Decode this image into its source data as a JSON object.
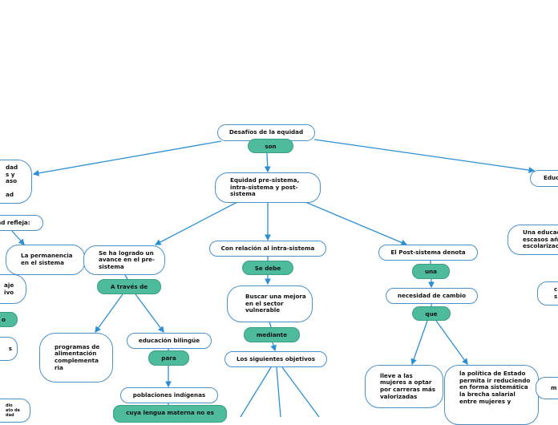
{
  "nodes": {
    "root": "Desafíos de la equidad",
    "son": "son",
    "equidad": "Equidad pre-sistema, intra-sistema y post-sistema",
    "left_top": "dad\ns y\naso\n\nad",
    "refleja": "ad refleja:",
    "permanencia": "La permanencia en el sistema",
    "aje": "aje\nivo",
    "left_o": "o",
    "left_s": "s",
    "left_bottom": "dio\nato de\ndad",
    "logrado": "Se ha logrado un avance en el pre-sistema",
    "traves": "A  través de",
    "programas": "programas de alimentación complementa ria",
    "bilingue": "educación bilingüe",
    "para": "para",
    "indigenas": "poblaciones indígenas",
    "lengua": "cuya lengua materna no es",
    "intra": "Con relación al intra-sistema",
    "sedebe": "Se debe",
    "buscar": "Buscar una mejora en el sector vulnerable",
    "mediante": "mediante",
    "objetivos": "Los siguientes objetivos",
    "post": "El Post-sistema denota",
    "una": "una",
    "necesidad": "necesidad de cambio",
    "que": "que",
    "lleve": "lleve a las mujeres a optar por carreras más valorizadas",
    "politica": "la política de Estado permita ir reduciendo en forma sistemática la brecha salarial entre mujeres y",
    "educ": "Educ",
    "educacion_escasos": "Una educac\nescasos añ\nescolarizac",
    "right_c": "c\ns",
    "right_m": "m"
  }
}
